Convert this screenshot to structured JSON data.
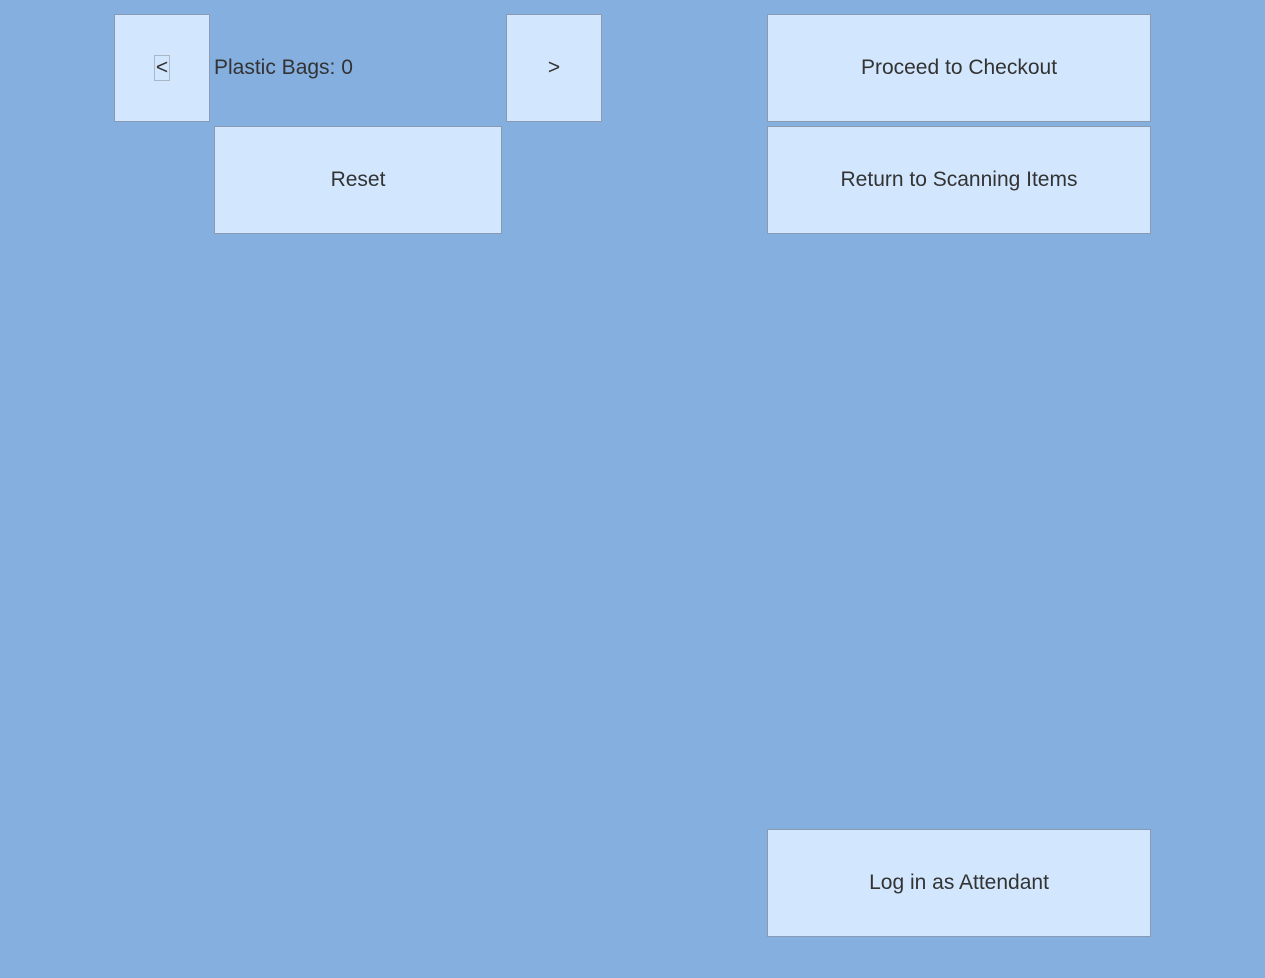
{
  "bag_selector": {
    "decrease_label": "<",
    "increase_label": ">",
    "counter_label": "Plastic Bags:",
    "count": "0",
    "reset_label": "Reset"
  },
  "actions": {
    "checkout_label": "Proceed to Checkout",
    "return_label": "Return to Scanning Items",
    "attendant_label": "Log in as Attendant"
  },
  "colors": {
    "background": "#84afdf",
    "button": "#d2e7fd",
    "text": "#333333"
  }
}
